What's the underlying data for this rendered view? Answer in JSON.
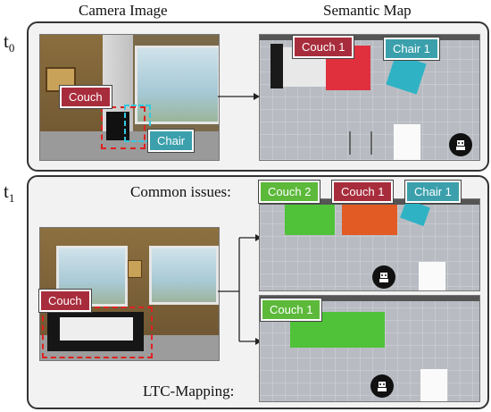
{
  "headers": {
    "camera": "Camera Image",
    "semantic": "Semantic Map"
  },
  "time_labels": {
    "t0_base": "t",
    "t0_sub": "0",
    "t1_base": "t",
    "t1_sub": "1"
  },
  "t0": {
    "camera_tags": {
      "couch": "Couch",
      "chair": "Chair"
    },
    "map_tags": {
      "couch": "Couch 1",
      "chair": "Chair 1"
    }
  },
  "t1": {
    "camera_tags": {
      "couch": "Couch"
    },
    "common_issues_label": "Common issues:",
    "issue_tags": {
      "couch2": "Couch 2",
      "couch1": "Couch 1",
      "chair1": "Chair 1"
    },
    "ltc_label": "LTC-Mapping:",
    "ltc_tags": {
      "couch1": "Couch 1"
    }
  },
  "colors": {
    "red_tag": "#a82d3c",
    "cyan_tag": "#3ba0ac",
    "green_tag": "#5cb93a"
  },
  "icons": [
    "robot-icon",
    "arrow-icon"
  ]
}
